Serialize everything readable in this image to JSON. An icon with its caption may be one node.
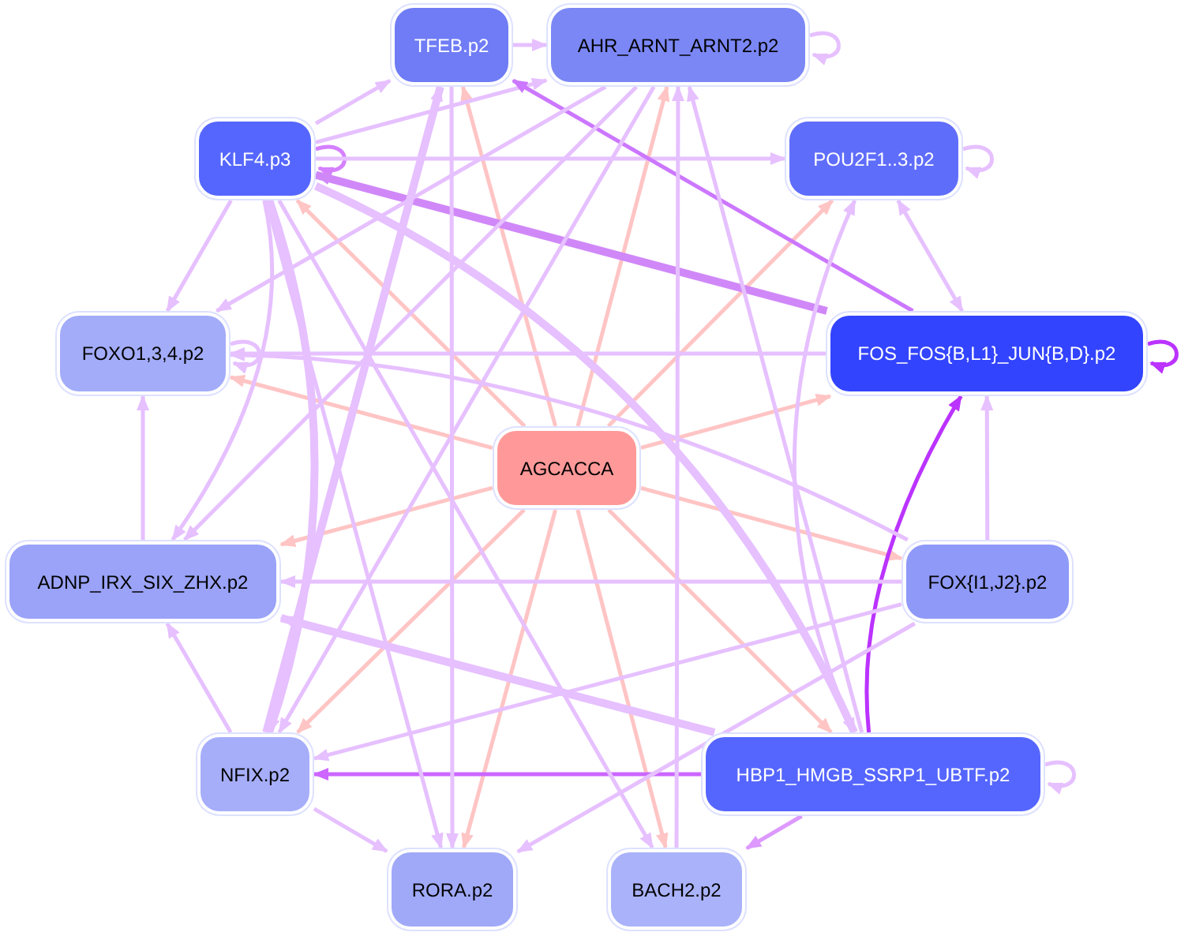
{
  "diagram": {
    "nodes": [
      {
        "text": [
          "AGCACCA"
        ]
      },
      {
        "text": [
          "TFEB.p2"
        ]
      },
      {
        "text": [
          "AHR_ARNT_ARNT2.p2"
        ]
      },
      {
        "text": [
          "KLF4.p3"
        ]
      },
      {
        "text": [
          "POU2F1..3.p2"
        ]
      },
      {
        "text": [
          "FOXO1,3,4.p2"
        ]
      },
      {
        "text": [
          "FOS_FOS{B,L1}_JUN{B,D}.p2"
        ]
      },
      {
        "text": [
          "ADNP_IRX_SIX_ZHX.p2"
        ]
      },
      {
        "text": [
          "FOX{I1,J2}.p2"
        ]
      },
      {
        "text": [
          "NFIX.p2"
        ]
      },
      {
        "text": [
          "HBP1_HMGB_SSRP1_UBTF.p2"
        ]
      },
      {
        "text": [
          "RORA.p2"
        ]
      },
      {
        "text": [
          "BACH2.p2"
        ]
      }
    ],
    "edges": [
      {
        "from": 0,
        "to": 1,
        "arrow": "to",
        "color": "#ffc4c4"
      },
      {
        "from": 0,
        "to": 2,
        "arrow": "to",
        "color": "#ffc4c4"
      },
      {
        "from": 0,
        "to": 3,
        "arrow": "to",
        "color": "#ffc4c4"
      },
      {
        "from": 0,
        "to": 4,
        "arrow": "to",
        "color": "#ffc4c4"
      },
      {
        "from": 0,
        "to": 5,
        "arrow": "to",
        "color": "#ffc4c4"
      },
      {
        "from": 0,
        "to": 6,
        "arrow": "to",
        "color": "#ffc4c4"
      },
      {
        "from": 0,
        "to": 7,
        "arrow": "to",
        "color": "#ffc4c4"
      },
      {
        "from": 0,
        "to": 8,
        "arrow": "to",
        "color": "#ffc4c4"
      },
      {
        "from": 0,
        "to": 9,
        "arrow": "to",
        "color": "#ffc4c4"
      },
      {
        "from": 0,
        "to": 10,
        "arrow": "to",
        "color": "#ffc4c4"
      },
      {
        "from": 0,
        "to": 11,
        "arrow": "to",
        "color": "#ffc4c4"
      },
      {
        "from": 0,
        "to": 12,
        "arrow": "to",
        "color": "#ffc4c4"
      },
      {
        "from": 1,
        "to": 2,
        "arrow": "to"
      },
      {
        "from": 2,
        "to": 2,
        "arrow": "to"
      },
      {
        "from": 3,
        "to": 3,
        "arrow": "to",
        "color": "#d580ff"
      },
      {
        "from": 4,
        "to": 4,
        "arrow": "to"
      },
      {
        "from": 5,
        "to": 5,
        "arrow": "to"
      },
      {
        "from": 6,
        "to": 6,
        "arrow": "to",
        "color": "#bb33ff"
      },
      {
        "from": 10,
        "to": 10,
        "arrow": "to"
      },
      {
        "from": 3,
        "to": 1,
        "arrow": "to"
      },
      {
        "from": 3,
        "to": 2,
        "arrow": "to"
      },
      {
        "from": 3,
        "to": 4,
        "arrow": "to"
      },
      {
        "from": 3,
        "to": 5,
        "arrow": "to"
      },
      {
        "from": 6,
        "to": 3,
        "arrow": "to",
        "style": "thick",
        "color": "#d088f8"
      },
      {
        "from": 6,
        "to": 1,
        "arrow": "to",
        "color": "#cc77ff"
      },
      {
        "from": 4,
        "to": 6,
        "arrow": "both"
      },
      {
        "from": 10,
        "to": 6,
        "arrow": "to",
        "color": "#bb33ff"
      },
      {
        "from": 8,
        "to": 6,
        "arrow": "to"
      },
      {
        "from": 10,
        "to": 9,
        "arrow": "to",
        "color": "#cc66ff"
      },
      {
        "from": 10,
        "to": 12,
        "arrow": "to",
        "color": "#dd99ff"
      },
      {
        "from": 8,
        "to": 7,
        "arrow": "to"
      },
      {
        "from": 8,
        "to": 5,
        "arrow": "to"
      },
      {
        "from": 8,
        "to": 11,
        "arrow": "to"
      },
      {
        "from": 7,
        "to": 5,
        "arrow": "to"
      },
      {
        "from": 9,
        "to": 7,
        "arrow": "to"
      },
      {
        "from": 9,
        "to": 11,
        "arrow": "to"
      },
      {
        "from": 2,
        "to": 5,
        "arrow": "to"
      },
      {
        "from": 2,
        "to": 7,
        "arrow": "to"
      },
      {
        "from": 3,
        "to": 9,
        "arrow": "to",
        "style": "thick"
      },
      {
        "from": 3,
        "to": 11,
        "arrow": "to"
      },
      {
        "from": 3,
        "to": 10,
        "arrow": "to",
        "style": "thick"
      },
      {
        "from": 3,
        "to": 12,
        "arrow": "to"
      },
      {
        "from": 9,
        "to": 1,
        "arrow": "to",
        "style": "thick"
      },
      {
        "from": 1,
        "to": 11,
        "arrow": "to"
      },
      {
        "from": 10,
        "to": 2,
        "arrow": "to"
      },
      {
        "from": 10,
        "to": 4,
        "arrow": "to"
      },
      {
        "from": 10,
        "to": 7,
        "arrow": "to",
        "style": "thick"
      },
      {
        "from": 12,
        "to": 2,
        "arrow": "to"
      },
      {
        "from": 2,
        "to": 9,
        "arrow": "to"
      },
      {
        "from": 8,
        "to": 9,
        "arrow": "to"
      },
      {
        "from": 3,
        "to": 7,
        "arrow": "to"
      },
      {
        "from": 6,
        "to": 5,
        "arrow": "to"
      }
    ]
  }
}
